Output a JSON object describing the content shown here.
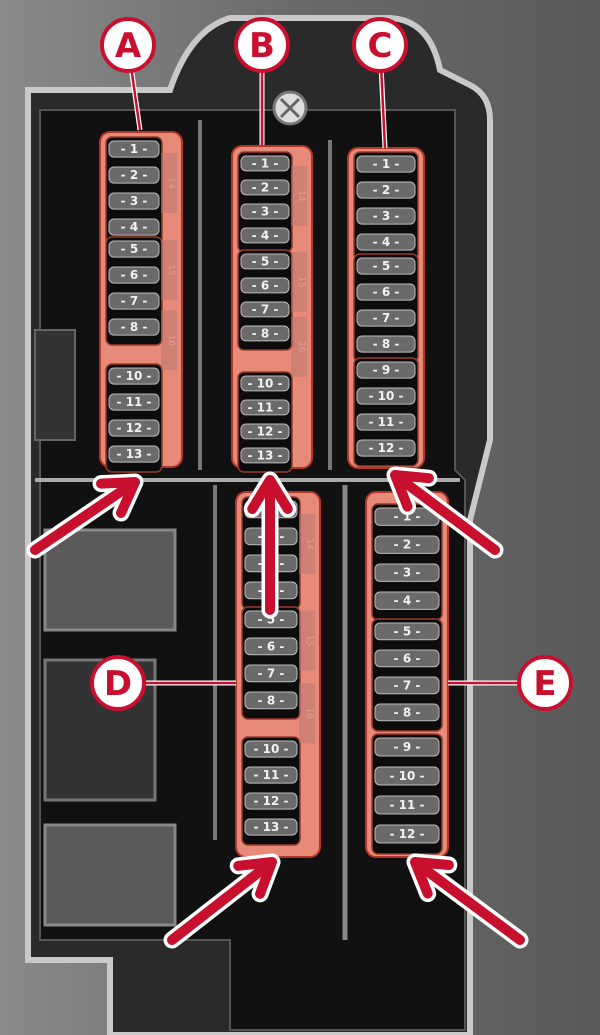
{
  "colors": {
    "accent": "#c8102e",
    "panel": "#e88a78",
    "fuse": "#6a6a6a",
    "housing": "#1a1a1a",
    "background": "#7a7a7a"
  },
  "callouts": [
    {
      "id": "A",
      "label": "A"
    },
    {
      "id": "B",
      "label": "B"
    },
    {
      "id": "C",
      "label": "C"
    },
    {
      "id": "D",
      "label": "D"
    },
    {
      "id": "E",
      "label": "E"
    }
  ],
  "panels": {
    "A": {
      "groups": [
        [
          "1",
          "2",
          "3",
          "4"
        ],
        [
          "5",
          "6",
          "7",
          "8"
        ],
        [
          "10",
          "11",
          "12",
          "13"
        ]
      ],
      "side_labels": [
        "14",
        "15",
        "16"
      ]
    },
    "B": {
      "groups": [
        [
          "1",
          "2",
          "3",
          "4"
        ],
        [
          "5",
          "6",
          "7",
          "8"
        ],
        [
          "10",
          "11",
          "12",
          "13"
        ]
      ],
      "side_labels": [
        "14",
        "15",
        "16"
      ]
    },
    "C": {
      "groups": [
        [
          "1",
          "2",
          "3",
          "4"
        ],
        [
          "5",
          "6",
          "7",
          "8"
        ],
        [
          "9",
          "10",
          "11",
          "12"
        ]
      ],
      "side_labels": []
    },
    "D": {
      "groups": [
        [
          "1",
          "2",
          "3",
          "4"
        ],
        [
          "5",
          "6",
          "7",
          "8"
        ],
        [
          "10",
          "11",
          "12",
          "13"
        ]
      ],
      "side_labels": [
        "14",
        "15",
        "16"
      ]
    },
    "E": {
      "groups": [
        [
          "1",
          "2",
          "3",
          "4"
        ],
        [
          "5",
          "6",
          "7",
          "8"
        ],
        [
          "9",
          "10",
          "11",
          "12"
        ]
      ],
      "side_labels": []
    }
  }
}
